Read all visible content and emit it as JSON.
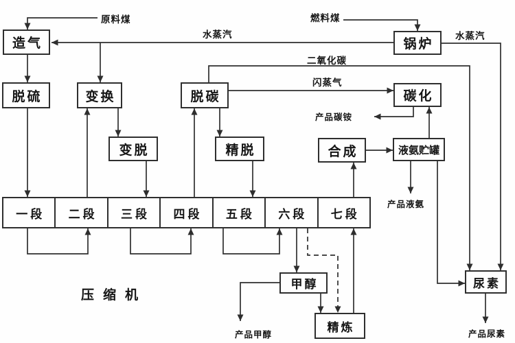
{
  "diagram": {
    "background": "#fefefe",
    "line_color": "#2e2e2e",
    "text_color": "#151515"
  },
  "boxes": {
    "gasifier": "造气",
    "desulfurization": "脱硫",
    "shift_conversion": "变换",
    "shift_gas_desulfurization": "变脱",
    "decarbonization": "脱碳",
    "fine_desulfurization": "精脱",
    "boiler": "锅炉",
    "carbonization": "碳化",
    "synthesis": "合成",
    "liquid_ammonia_tank": "液氨贮罐",
    "methanol": "甲醇",
    "refining": "精炼",
    "urea": "尿素"
  },
  "compressor": {
    "label": "压缩机",
    "stages": [
      "一段",
      "二段",
      "三段",
      "四段",
      "五段",
      "六段",
      "七段"
    ]
  },
  "streams": {
    "raw_coal": "原料煤",
    "steam_to_gasifier": "水蒸汽",
    "fuel_coal": "燃料煤",
    "steam_from_boiler": "水蒸汽",
    "carbon_dioxide": "二氧化碳",
    "flash_gas": "闪蒸气",
    "product_ammonium_bicarbonate": "产品碳铵",
    "product_liquid_ammonia": "产品液氨",
    "product_methanol": "产品甲醇",
    "product_urea": "产品尿素"
  }
}
